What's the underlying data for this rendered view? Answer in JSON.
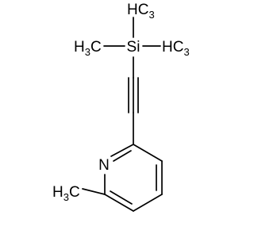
{
  "molecule": {
    "atom_colors": {
      "carbon": "#000000",
      "nitrogen": "#000000",
      "silicon": "#c8961e"
    },
    "labels": {
      "si": "Si",
      "n": "N",
      "ch3_top_h": "H",
      "ch3_top_c": "C",
      "ch3_top_sub": "3",
      "ch3_left_h": "H",
      "ch3_left_sub": "3",
      "ch3_left_c": "C",
      "ch3_right_h": "H",
      "ch3_right_c": "C",
      "ch3_right_sub": "3",
      "ch3_bottom_h": "H",
      "ch3_bottom_sub": "3",
      "ch3_bottom_c": "C"
    }
  }
}
